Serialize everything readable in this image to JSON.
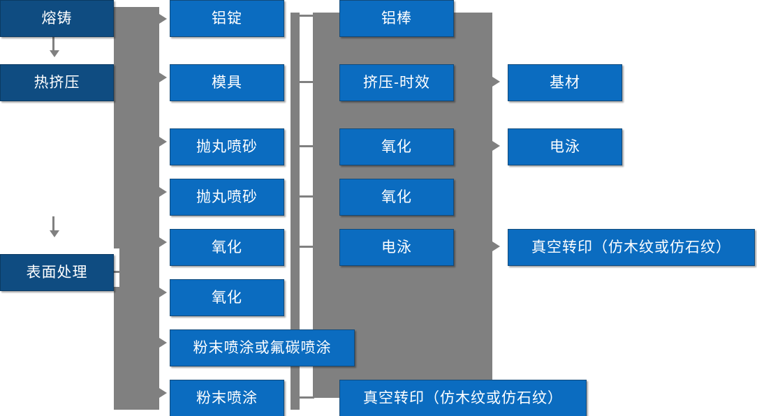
{
  "diagram": {
    "title": "aluminium-profile-process-flow",
    "colors": {
      "dark_box": "#0f4c81",
      "blue_box": "#0b6cc0",
      "connector": "#808080",
      "text": "#ffffff",
      "background": "#ffffff"
    },
    "stages": [
      {
        "id": "melt-cast",
        "label": "熔铸",
        "style": "dark"
      },
      {
        "id": "hot-extrusion",
        "label": "热挤压",
        "style": "dark"
      },
      {
        "id": "surface-treatment",
        "label": "表面处理",
        "style": "dark"
      }
    ],
    "column2": [
      {
        "id": "aluminium-ingot",
        "label": "铝锭",
        "style": "blue"
      },
      {
        "id": "mould",
        "label": "模具",
        "style": "blue"
      },
      {
        "id": "shot-blasting-1",
        "label": "抛丸喷砂",
        "style": "blue"
      },
      {
        "id": "shot-blasting-2",
        "label": "抛丸喷砂",
        "style": "blue"
      },
      {
        "id": "oxidation-1",
        "label": "氧化",
        "style": "blue"
      },
      {
        "id": "oxidation-2",
        "label": "氧化",
        "style": "blue"
      },
      {
        "id": "powder-or-fluorocarbon",
        "label": "粉末喷涂或氟碳喷涂",
        "style": "blue"
      },
      {
        "id": "powder-coating",
        "label": "粉末喷涂",
        "style": "blue"
      }
    ],
    "column3": [
      {
        "id": "aluminium-bar",
        "label": "铝棒",
        "style": "blue"
      },
      {
        "id": "extrusion-aging",
        "label": "挤压-时效",
        "style": "blue"
      },
      {
        "id": "oxidation-3",
        "label": "氧化",
        "style": "blue"
      },
      {
        "id": "oxidation-4",
        "label": "氧化",
        "style": "blue"
      },
      {
        "id": "electrophoresis-1",
        "label": "电泳",
        "style": "blue"
      },
      {
        "id": "vacuum-transfer-bottom",
        "label": "真空转印（仿木纹或仿石纹）",
        "style": "blue"
      }
    ],
    "column4": [
      {
        "id": "base-material",
        "label": "基材",
        "style": "blue"
      },
      {
        "id": "electrophoresis-2",
        "label": "电泳",
        "style": "blue"
      },
      {
        "id": "vacuum-transfer",
        "label": "真空转印（仿木纹或仿石纹）",
        "style": "blue"
      }
    ]
  }
}
